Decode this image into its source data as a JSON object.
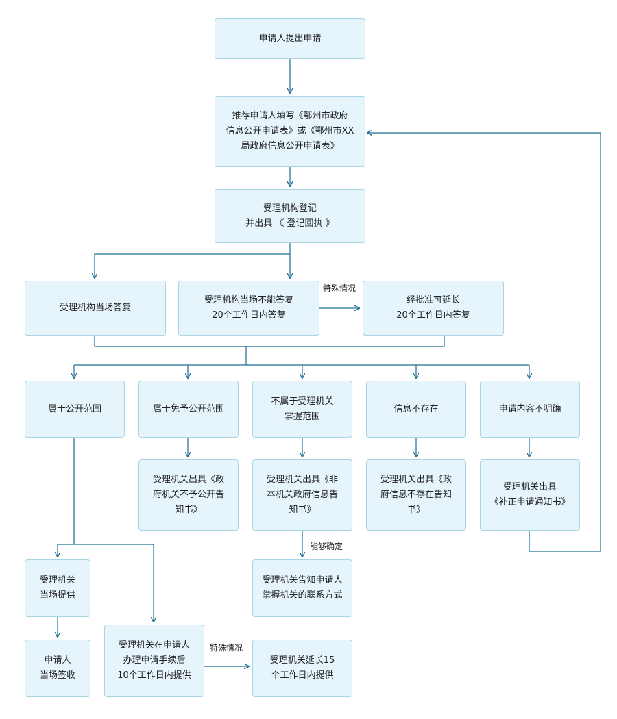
{
  "colors": {
    "box_fill": "#e6f4fb",
    "box_border": "#a9d4e6",
    "connector": "#1e6d94"
  },
  "nodes": {
    "apply": "申请人提出申请",
    "fill_form": "推荐申请人填写《鄂州市政府\n信息公开申请表》或《鄂州市XX\n局政府信息公开申请表》",
    "register": "受理机构登记\n并出具 《 登记回执 》",
    "reply_onsite": "受理机构当场答复",
    "reply_20days": "受理机构当场不能答复\n20个工作日内答复",
    "extend_20days": "经批准可延长\n20个工作日内答复",
    "public_scope": "属于公开范围",
    "exempt_scope": "属于免予公开范围",
    "not_in_scope": "不属于受理机关\n掌握范围",
    "not_exist": "信息不存在",
    "unclear": "申请内容不明确",
    "notice_exempt": "受理机关出具《政\n府机关不予公开告\n知书》",
    "notice_not_org": "受理机关出具《非\n本机关政府信息告\n知书》",
    "notice_not_exist": "受理机关出具《政\n府信息不存在告知\n书》",
    "notice_correct": "受理机关出具\n《补正申请通知书》",
    "provide_onsite": "受理机关\n当场提供",
    "contact_info": "受理机关告知申请人\n掌握机关的联系方式",
    "sign_onsite": "申请人\n当场签收",
    "provide_10days": "受理机关在申请人\n办理申请手续后\n10个工作日内提供",
    "extend_15days": "受理机关延长15\n个工作日内提供"
  },
  "edge_labels": {
    "special_1": "特殊情况",
    "can_confirm": "能够确定",
    "special_2": "特殊情况"
  }
}
